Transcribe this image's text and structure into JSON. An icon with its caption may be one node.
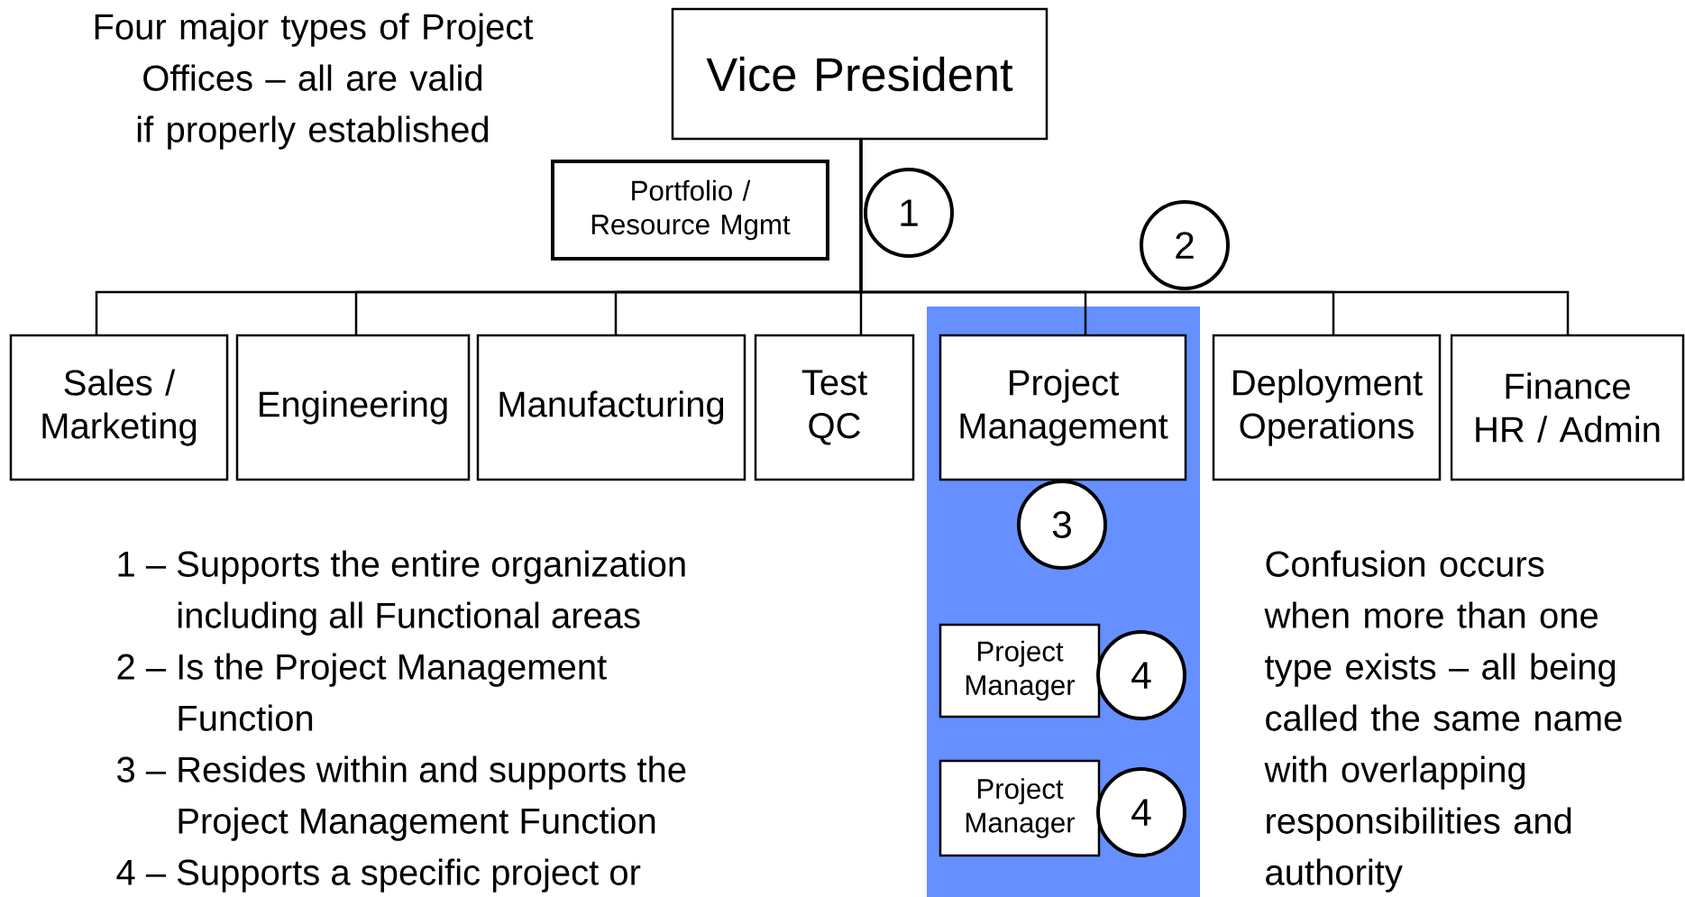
{
  "diagram": {
    "nodes": [
      {
        "text": [
          "Vice President"
        ]
      },
      {
        "text": [
          "Portfolio / Resource Mgmt"
        ]
      },
      {
        "text": [
          "1"
        ]
      },
      {
        "text": [
          "2"
        ]
      },
      {
        "text": [
          "Sales / Marketing"
        ]
      },
      {
        "text": [
          "Engineering"
        ]
      },
      {
        "text": [
          "Manufacturing"
        ]
      },
      {
        "text": [
          "Test QC"
        ]
      },
      {
        "text": [
          "Project Management"
        ]
      },
      {
        "text": [
          "Deployment Operations"
        ]
      },
      {
        "text": [
          "Finance HR / Admin"
        ]
      },
      {
        "text": [
          "3"
        ]
      },
      {
        "text": [
          "Project Manager"
        ]
      },
      {
        "text": [
          "4"
        ]
      },
      {
        "text": [
          "Project Manager"
        ]
      },
      {
        "text": [
          "4"
        ]
      }
    ],
    "edges": [
      {
        "from": 0,
        "to": 4,
        "arrow": "none"
      },
      {
        "from": 0,
        "to": 5,
        "arrow": "none"
      },
      {
        "from": 0,
        "to": 6,
        "arrow": "none"
      },
      {
        "from": 0,
        "to": 7,
        "arrow": "none"
      },
      {
        "from": 0,
        "to": 8,
        "arrow": "none"
      },
      {
        "from": 0,
        "to": 9,
        "arrow": "none"
      },
      {
        "from": 0,
        "to": 10,
        "arrow": "none"
      }
    ],
    "labels": [
      "Four major types of Project Offices – all are valid if properly established",
      "1 – Supports the entire organization including all Functional areas",
      "2 – Is the Project Management Function",
      "3 – Resides within and supports the Project Management Function",
      "4 – Supports a specific project or",
      "Confusion occurs when more than one type exists – all being called the same name with overlapping responsibilities and authority"
    ]
  }
}
